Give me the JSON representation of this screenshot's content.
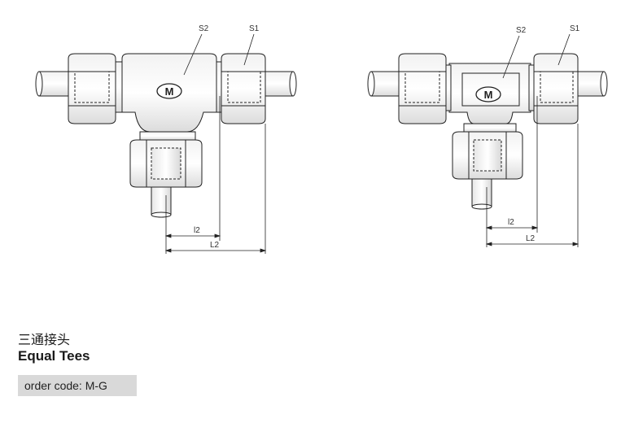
{
  "figure": {
    "left": {
      "s2": "S2",
      "s1": "S1",
      "l2": "l2",
      "L2": "L2"
    },
    "right": {
      "s2": "S2",
      "s1": "S1",
      "l2": "l2",
      "L2": "L2"
    }
  },
  "caption": {
    "title_cn": "三通接头",
    "title_en": "Equal Tees",
    "order_code": "order code: M-G"
  },
  "icons": [
    "m-logo-icon",
    "m-logo-icon"
  ]
}
